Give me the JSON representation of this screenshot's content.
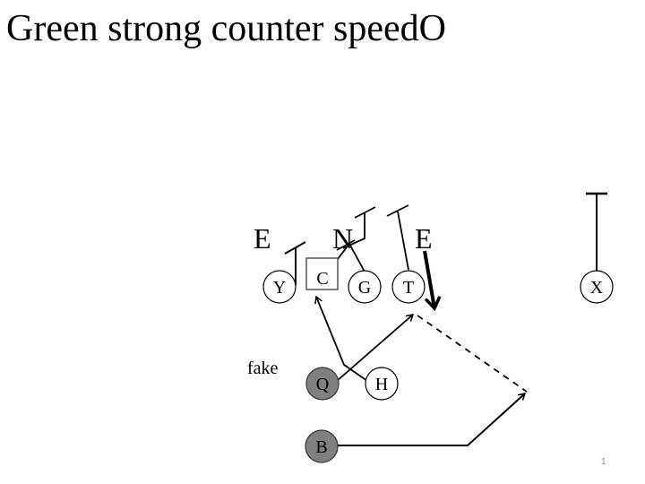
{
  "slide": {
    "title": "Green strong counter speedO",
    "page_number": "1",
    "annotation": "fake"
  },
  "defense": [
    {
      "label": "E",
      "role": "defensive end (weak side)"
    },
    {
      "label": "N",
      "role": "nose"
    },
    {
      "label": "E",
      "role": "defensive end (strong side)"
    }
  ],
  "offense": [
    {
      "label": "Y",
      "shape": "circle",
      "fill": "#ffffff"
    },
    {
      "label": "C",
      "shape": "square",
      "fill": "#ffffff"
    },
    {
      "label": "G",
      "shape": "circle",
      "fill": "#ffffff"
    },
    {
      "label": "T",
      "shape": "circle",
      "fill": "#ffffff"
    },
    {
      "label": "X",
      "shape": "circle",
      "fill": "#ffffff"
    },
    {
      "label": "Q",
      "shape": "circle",
      "fill": "#808080"
    },
    {
      "label": "H",
      "shape": "circle",
      "fill": "#ffffff"
    },
    {
      "label": "B",
      "shape": "circle",
      "fill": "#808080"
    }
  ],
  "colors": {
    "line": "#000000",
    "square_stroke": "#555555",
    "back_fill": "#808080"
  }
}
